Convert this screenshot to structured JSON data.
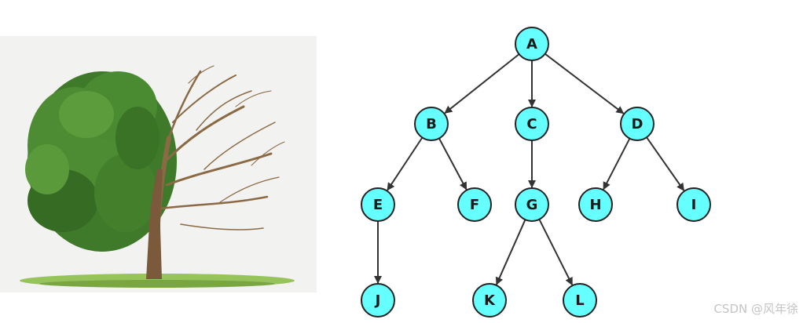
{
  "diagram": {
    "type": "tree",
    "node_fill": "#66ffff",
    "node_stroke": "#222222",
    "edge_color": "#333333",
    "nodes": [
      {
        "id": "A",
        "label": "A"
      },
      {
        "id": "B",
        "label": "B"
      },
      {
        "id": "C",
        "label": "C"
      },
      {
        "id": "D",
        "label": "D"
      },
      {
        "id": "E",
        "label": "E"
      },
      {
        "id": "F",
        "label": "F"
      },
      {
        "id": "G",
        "label": "G"
      },
      {
        "id": "H",
        "label": "H"
      },
      {
        "id": "I",
        "label": "I"
      },
      {
        "id": "J",
        "label": "J"
      },
      {
        "id": "K",
        "label": "K"
      },
      {
        "id": "L",
        "label": "L"
      }
    ],
    "edges": [
      {
        "from": "A",
        "to": "B"
      },
      {
        "from": "A",
        "to": "C"
      },
      {
        "from": "A",
        "to": "D"
      },
      {
        "from": "B",
        "to": "E"
      },
      {
        "from": "B",
        "to": "F"
      },
      {
        "from": "C",
        "to": "G"
      },
      {
        "from": "D",
        "to": "H"
      },
      {
        "from": "D",
        "to": "I"
      },
      {
        "from": "E",
        "to": "J"
      },
      {
        "from": "G",
        "to": "K"
      },
      {
        "from": "G",
        "to": "L"
      }
    ]
  },
  "illustration": {
    "subject": "half-leafy-half-bare-tree",
    "leaf_color": "#3f7a2a",
    "branch_color": "#8a6a45",
    "ground_color": "#8cbf4a",
    "background_color": "#f2f2f0"
  },
  "watermark": {
    "text": "CSDN @风年徐"
  }
}
